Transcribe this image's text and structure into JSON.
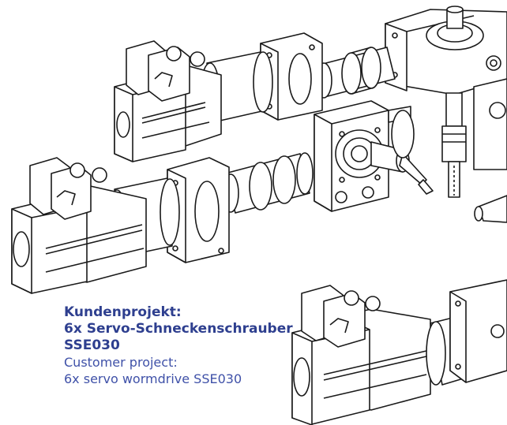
{
  "caption": {
    "heading_de_line1": "Kundenprojekt:",
    "heading_de_line2": "6x Servo-Schneckenschrauber",
    "heading_de_line3": "SSE030",
    "sub_en_line1": "Customer project:",
    "sub_en_line2": "6x servo wormdrive SSE030"
  },
  "colors": {
    "heading": "#2e3f8f",
    "subtext": "#3f51a8",
    "line": "#1a1a1a",
    "fill": "#ffffff"
  },
  "icons": [
    "servo-motor",
    "gearbox",
    "coupling",
    "worm-gear-housing",
    "screw-spindle"
  ]
}
